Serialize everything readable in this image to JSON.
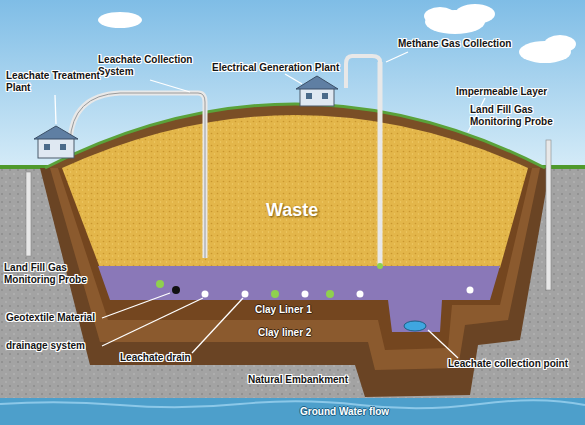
{
  "diagram": {
    "labels": [
      "Methane Gas Collection",
      "Leachate Collection System",
      "Electrical Generation Plant",
      "Leachate Treatment Plant",
      "Impermeable Layer",
      "Land Fill Gas Monitoring Probe",
      "Waste",
      "Land Fill Gas Monitoring Probe",
      "Geotextile Material",
      "Clay Liner 1",
      "Clay liner 2",
      "drainage system",
      "Leachate collection point",
      "Leachate drain",
      "Natural Embankment",
      "Ground Water flow"
    ]
  }
}
